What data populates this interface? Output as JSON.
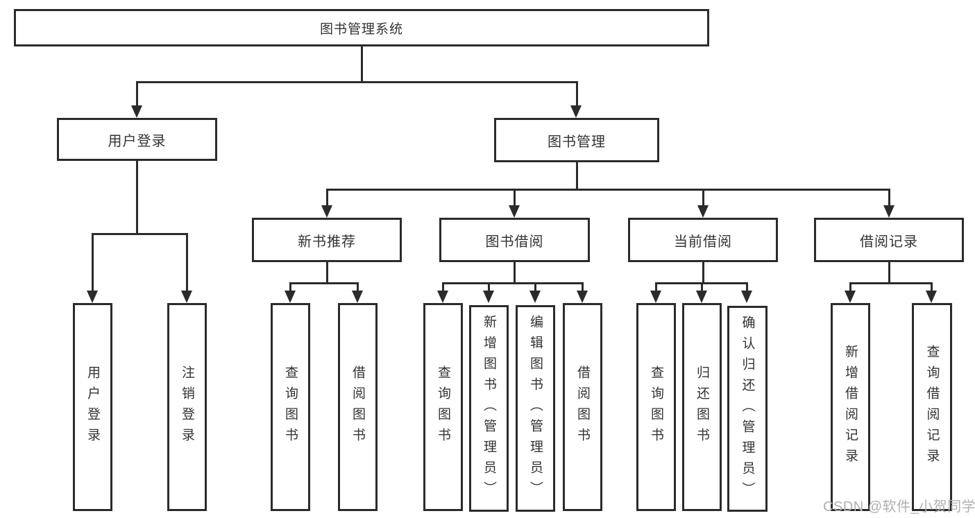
{
  "tree": {
    "root": "图书管理系统",
    "user_branch": {
      "label": "用户登录",
      "children": [
        "用户登录",
        "注销登录"
      ]
    },
    "mgmt_branch": {
      "label": "图书管理",
      "groups": [
        {
          "label": "新书推荐",
          "children": [
            "查询图书",
            "借阅图书"
          ]
        },
        {
          "label": "图书借阅",
          "children": [
            "查询图书",
            "新增图书（管理员）",
            "编辑图书（管理员）",
            "借阅图书"
          ]
        },
        {
          "label": "当前借阅",
          "children": [
            "查询图书",
            "归还图书",
            "确认归还（管理员）"
          ]
        },
        {
          "label": "借阅记录",
          "children": [
            "新增借阅记录",
            "查询借阅记录"
          ]
        }
      ]
    }
  },
  "watermark": "CSDN @软件_小贺同学",
  "colors": {
    "line": "#2b2b2b",
    "text": "#333333",
    "watermark": "#b0b0b0",
    "background": "#ffffff"
  }
}
